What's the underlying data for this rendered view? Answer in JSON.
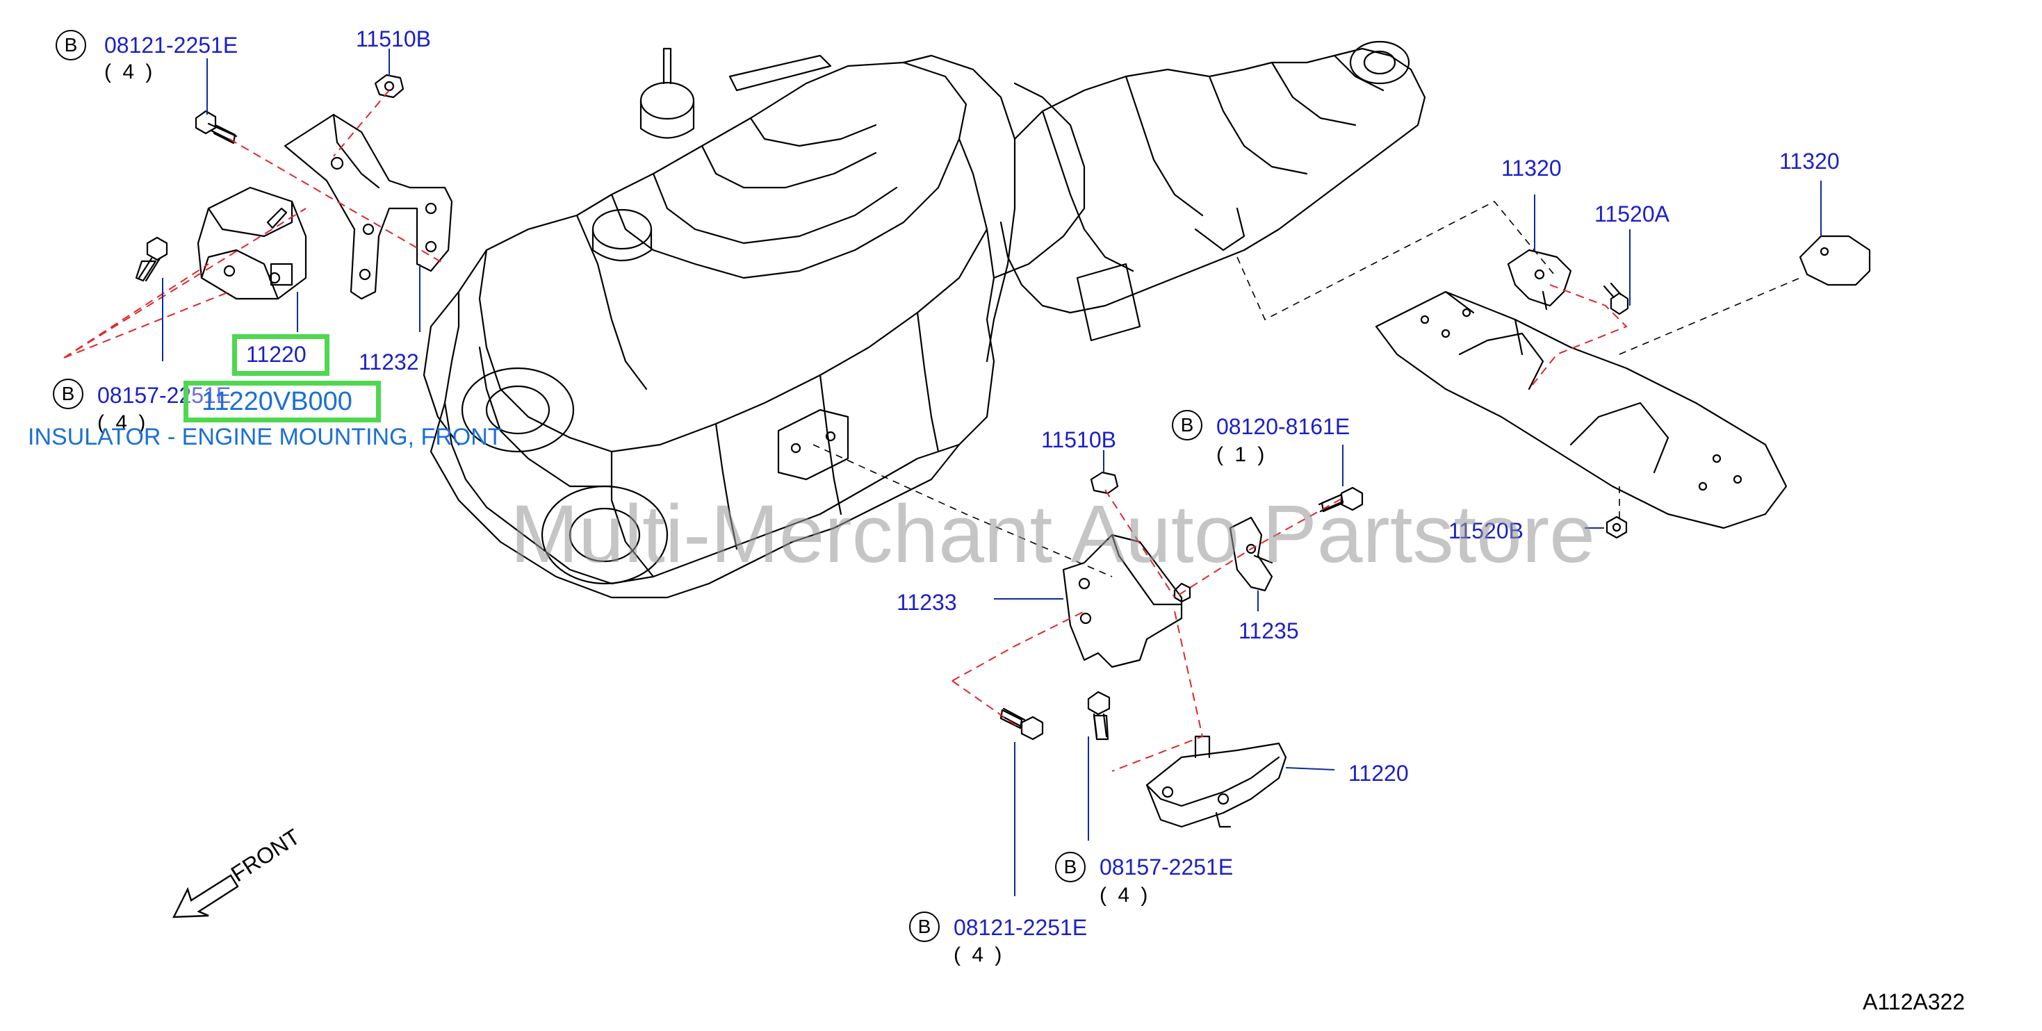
{
  "diagram": {
    "callouts": {
      "bolt_08121_top": {
        "prefix": "B",
        "part": "08121-2251E",
        "qty": "( 4 )"
      },
      "nut_11510b_top": {
        "part": "11510B"
      },
      "insulator_11220_front": {
        "part": "11220"
      },
      "bracket_11232": {
        "part": "11232"
      },
      "bolt_08157_left": {
        "prefix": "B",
        "part": "08157-2251E",
        "qty": "( 4 )"
      },
      "nut_11510b_mid": {
        "part": "11510B"
      },
      "bolt_08120": {
        "prefix": "B",
        "part": "08120-8161E",
        "qty": "( 1 )"
      },
      "bracket_11233": {
        "part": "11233"
      },
      "bracket_11235": {
        "part": "11235"
      },
      "insulator_11220_rear": {
        "part": "11220"
      },
      "bolt_08157_bottom": {
        "prefix": "B",
        "part": "08157-2251E",
        "qty": "( 4 )"
      },
      "bolt_08121_bottom": {
        "prefix": "B",
        "part": "08121-2251E",
        "qty": "( 4 )"
      },
      "insulator_11320_a": {
        "part": "11320"
      },
      "insulator_11320_b": {
        "part": "11320"
      },
      "bolt_11520a": {
        "part": "11520A"
      },
      "nut_11520b": {
        "part": "11520B"
      }
    },
    "highlight": {
      "part_number": "11220VB000",
      "description": "INSULATOR - ENGINE MOUNTING, FRONT"
    },
    "watermark": "Multi-Merchant Auto Partstore",
    "front_label": "FRONT",
    "diagram_code": "A112A322"
  }
}
